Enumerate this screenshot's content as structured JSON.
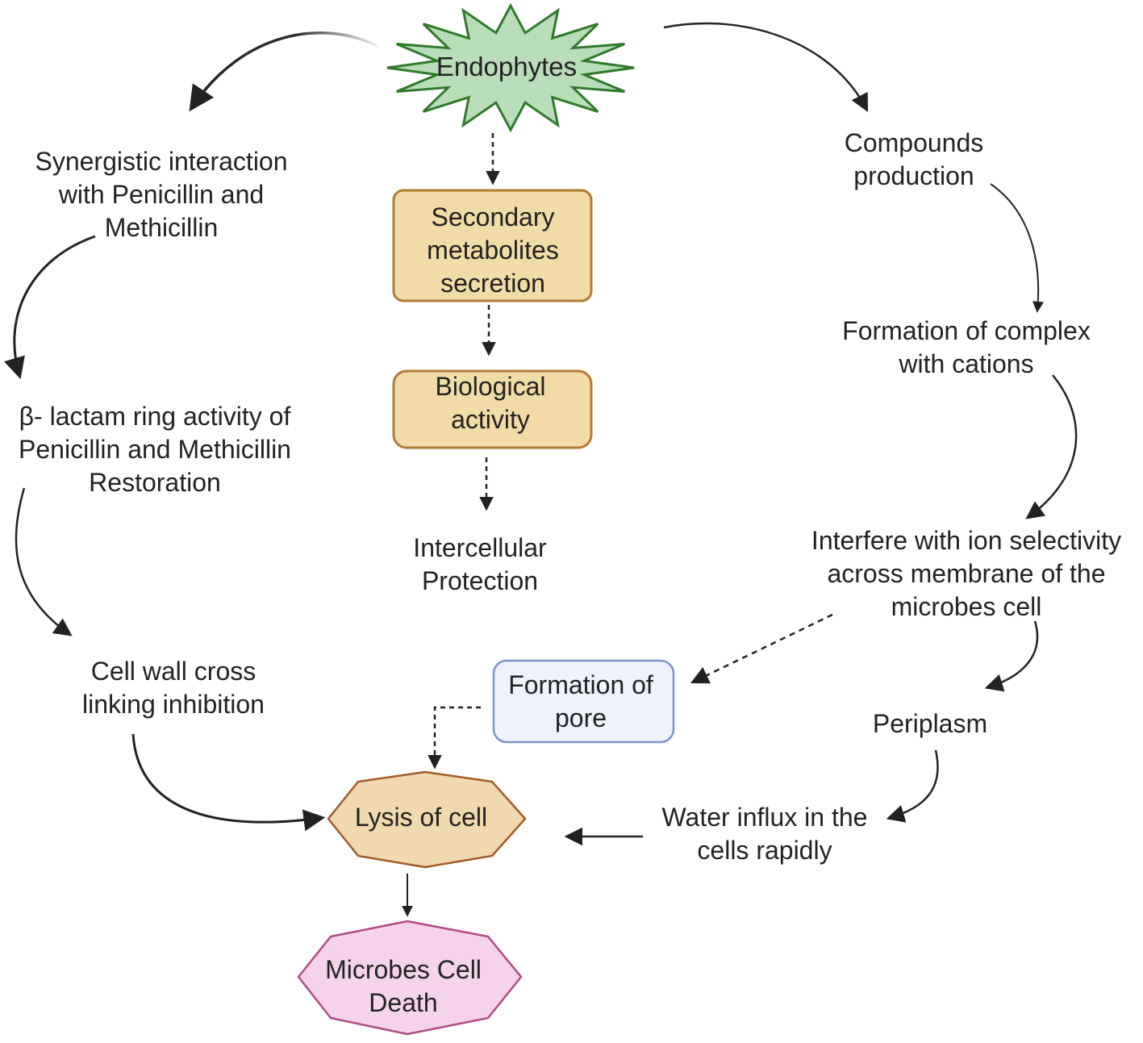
{
  "diagram": {
    "type": "flowchart",
    "colors": {
      "star_fill": "#b9ddb8",
      "star_stroke": "#2f7a2a",
      "box_fill": "#f1dca8",
      "box_stroke": "#b07a36",
      "pore_fill": "#edf2fc",
      "pore_stroke": "#7d93c9",
      "lysis_fill": "#f0d8b0",
      "lysis_stroke": "#a25a26",
      "death_fill": "#f5d3ec",
      "death_stroke": "#b04a86",
      "arrow": "#222222",
      "text": "#222222"
    },
    "nodes": {
      "endophytes": {
        "lines": [
          "Endophytes"
        ],
        "shape": "starburst"
      },
      "secondary_metabolites": {
        "lines": [
          "Secondary",
          "metabolites",
          "secretion"
        ],
        "shape": "rounded-box"
      },
      "biological_activity": {
        "lines": [
          "Biological",
          "activity"
        ],
        "shape": "rounded-box"
      },
      "intercellular_protection": {
        "lines": [
          "Intercellular",
          "Protection"
        ],
        "shape": "text"
      },
      "synergistic": {
        "lines": [
          "Synergistic interaction",
          "with Penicillin and",
          "Methicillin"
        ],
        "shape": "text"
      },
      "beta_lactam": {
        "lines": [
          "β- lactam ring activity of",
          "Penicillin and Methicillin",
          "Restoration"
        ],
        "shape": "text"
      },
      "cell_wall": {
        "lines": [
          "Cell wall cross",
          "linking inhibition"
        ],
        "shape": "text"
      },
      "compounds": {
        "lines": [
          "Compounds",
          "production"
        ],
        "shape": "text"
      },
      "complex_cations": {
        "lines": [
          "Formation of complex",
          "with cations"
        ],
        "shape": "text"
      },
      "ion_selectivity": {
        "lines": [
          "Interfere with ion selectivity",
          "across membrane of the",
          "microbes cell"
        ],
        "shape": "text"
      },
      "periplasm": {
        "lines": [
          "Periplasm"
        ],
        "shape": "text"
      },
      "water_influx": {
        "lines": [
          "Water influx in the",
          "cells rapidly"
        ],
        "shape": "text"
      },
      "pore": {
        "lines": [
          "Formation of",
          "pore"
        ],
        "shape": "rounded-box"
      },
      "lysis": {
        "lines": [
          "Lysis of cell"
        ],
        "shape": "octagon"
      },
      "death": {
        "lines": [
          "Microbes Cell",
          "Death"
        ],
        "shape": "octagon"
      }
    },
    "edges": [
      {
        "from": "endophytes",
        "to": "synergistic",
        "style": "solid-curved"
      },
      {
        "from": "endophytes",
        "to": "compounds",
        "style": "solid-curved"
      },
      {
        "from": "endophytes",
        "to": "secondary_metabolites",
        "style": "dashed"
      },
      {
        "from": "secondary_metabolites",
        "to": "biological_activity",
        "style": "dashed"
      },
      {
        "from": "biological_activity",
        "to": "intercellular_protection",
        "style": "dashed"
      },
      {
        "from": "synergistic",
        "to": "beta_lactam",
        "style": "solid-curved"
      },
      {
        "from": "beta_lactam",
        "to": "cell_wall",
        "style": "solid-curved"
      },
      {
        "from": "cell_wall",
        "to": "lysis",
        "style": "solid-curved"
      },
      {
        "from": "compounds",
        "to": "complex_cations",
        "style": "solid-curved"
      },
      {
        "from": "complex_cations",
        "to": "ion_selectivity",
        "style": "solid-curved"
      },
      {
        "from": "ion_selectivity",
        "to": "pore",
        "style": "dashed"
      },
      {
        "from": "ion_selectivity",
        "to": "periplasm",
        "style": "solid-curved"
      },
      {
        "from": "periplasm",
        "to": "water_influx",
        "style": "solid-curved"
      },
      {
        "from": "water_influx",
        "to": "lysis",
        "style": "solid"
      },
      {
        "from": "pore",
        "to": "lysis",
        "style": "dashed-elbow"
      },
      {
        "from": "lysis",
        "to": "death",
        "style": "solid"
      }
    ]
  }
}
